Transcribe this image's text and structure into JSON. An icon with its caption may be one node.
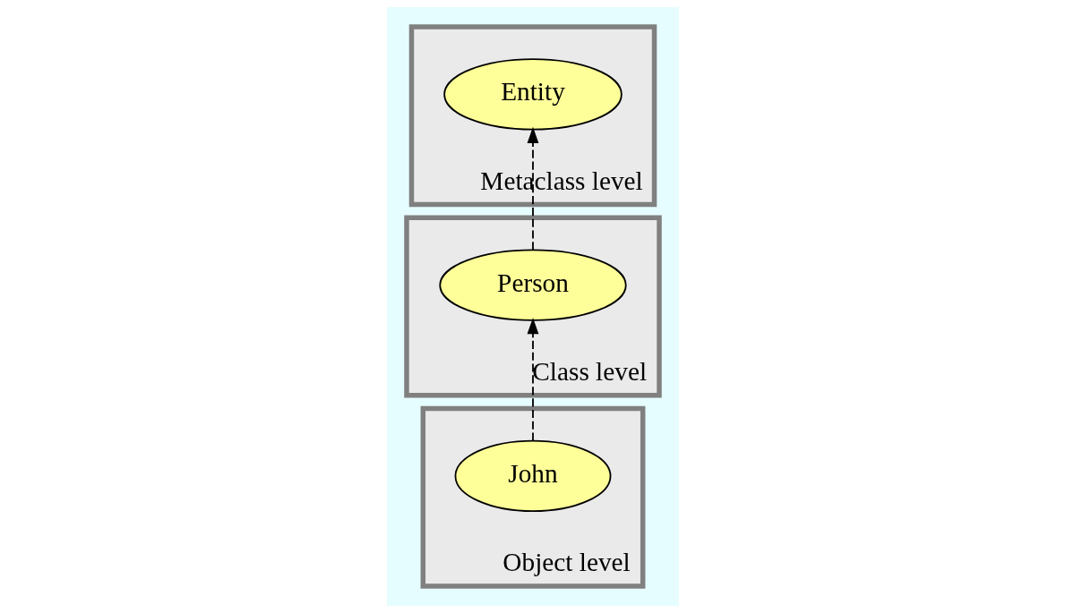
{
  "diagram": {
    "nodes": [
      {
        "text": [
          "Metaclass level"
        ]
      },
      {
        "text": [
          "Entity"
        ],
        "in": 0
      },
      {
        "text": [
          "Class level"
        ]
      },
      {
        "text": [
          "Person"
        ],
        "in": 2
      },
      {
        "text": [
          "Object level"
        ]
      },
      {
        "text": [
          "John"
        ],
        "in": 4
      }
    ],
    "edges": [
      {
        "from": 5,
        "to": 3,
        "arrow": "to",
        "style": "dashed"
      },
      {
        "from": 3,
        "to": 1,
        "arrow": "to",
        "style": "dashed"
      }
    ]
  }
}
